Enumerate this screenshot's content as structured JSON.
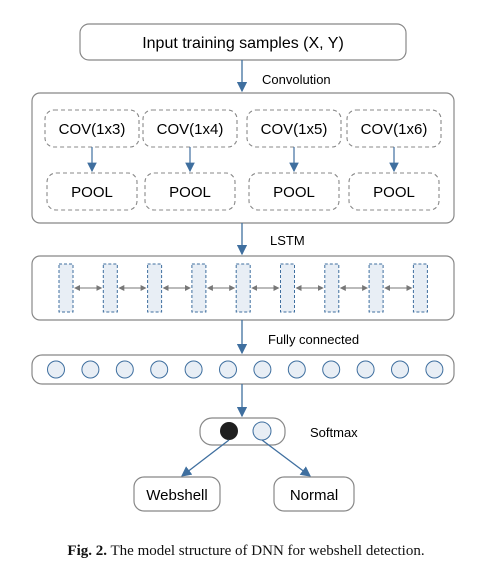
{
  "input": {
    "label": "Input training samples (X, Y)"
  },
  "convolution": {
    "label": "Convolution",
    "filters": [
      "COV(1x3)",
      "COV(1x4)",
      "COV(1x5)",
      "COV(1x6)"
    ],
    "pool_label": "POOL"
  },
  "lstm": {
    "label": "LSTM",
    "cell_count": 9
  },
  "fully_connected": {
    "label": "Fully connected",
    "node_count": 12
  },
  "softmax": {
    "label": "Softmax"
  },
  "outputs": [
    "Webshell",
    "Normal"
  ],
  "caption": {
    "prefix": "Fig. 2.",
    "text": " The model structure of DNN for webshell detection."
  },
  "colors": {
    "arrow": "#3f6f9f",
    "box_stroke": "#888888",
    "cell_fill": "#e8eef5",
    "dark_node": "#1f1f1f"
  }
}
